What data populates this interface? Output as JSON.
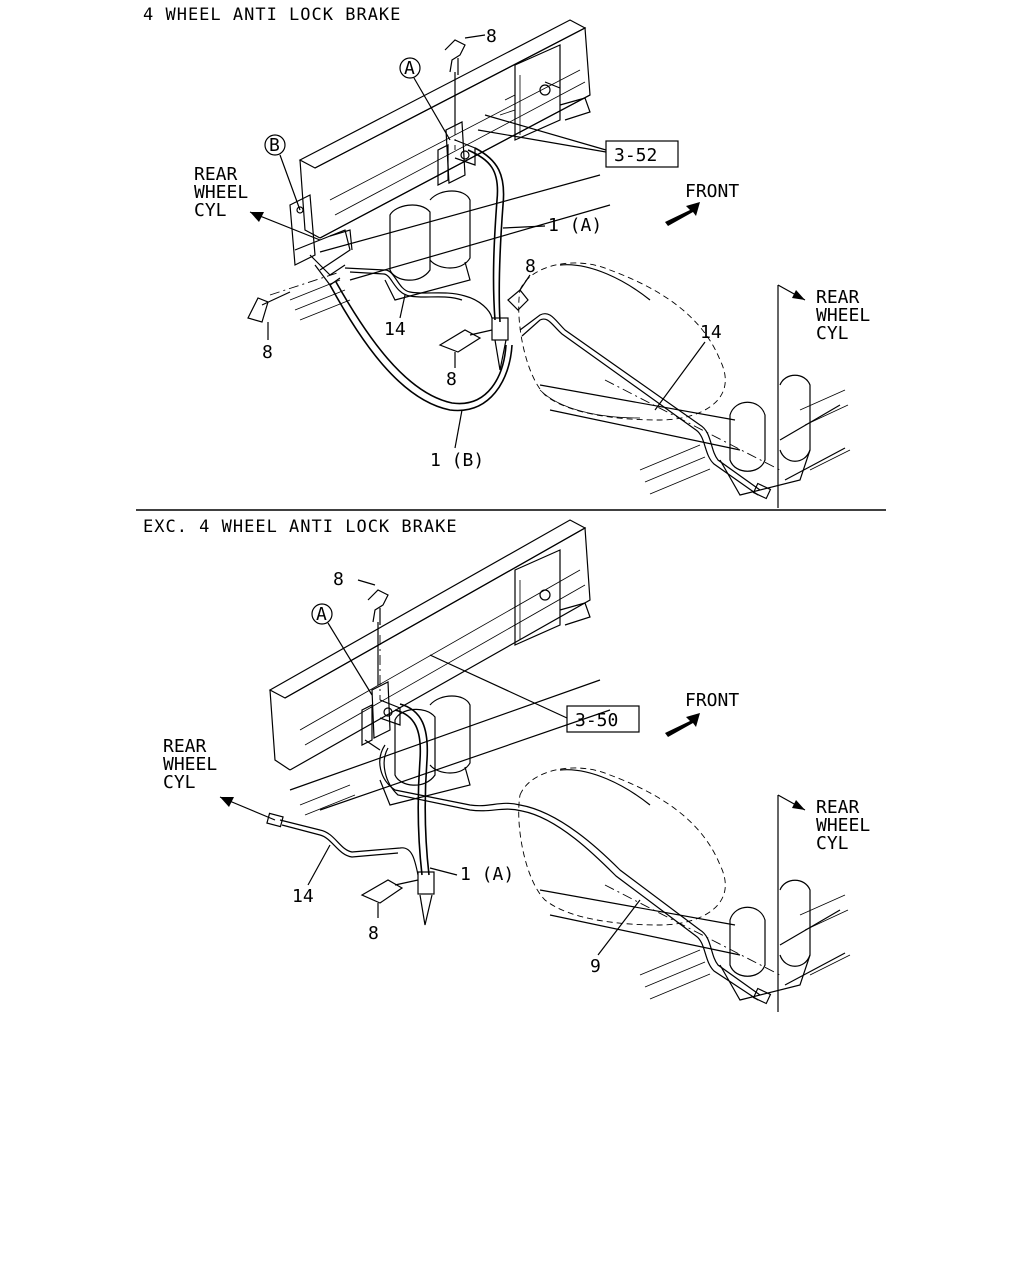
{
  "sections": [
    {
      "title": "4 WHEEL ANTI LOCK BRAKE",
      "ref_box": "3-52",
      "front_label": "FRONT",
      "left_dest": [
        "REAR",
        "WHEEL",
        "CYL"
      ],
      "right_dest": [
        "REAR",
        "WHEEL",
        "CYL"
      ],
      "circle_a": "A",
      "circle_b": "B",
      "callouts": {
        "clip_top": "8",
        "clip_left": "8",
        "clip_mid": "8",
        "clip_right": "8",
        "hose_a": "1 (A)",
        "hose_b": "1 (B)",
        "pipe_left": "14",
        "pipe_right": "14"
      }
    },
    {
      "title": "EXC. 4 WHEEL ANTI LOCK BRAKE",
      "ref_box": "3-50",
      "front_label": "FRONT",
      "left_dest": [
        "REAR",
        "WHEEL",
        "CYL"
      ],
      "right_dest": [
        "REAR",
        "WHEEL",
        "CYL"
      ],
      "circle_a": "A",
      "callouts": {
        "clip_top": "8",
        "clip_bottom": "8",
        "hose_a": "1 (A)",
        "pipe_left": "14",
        "pipe_right": "9"
      }
    }
  ]
}
